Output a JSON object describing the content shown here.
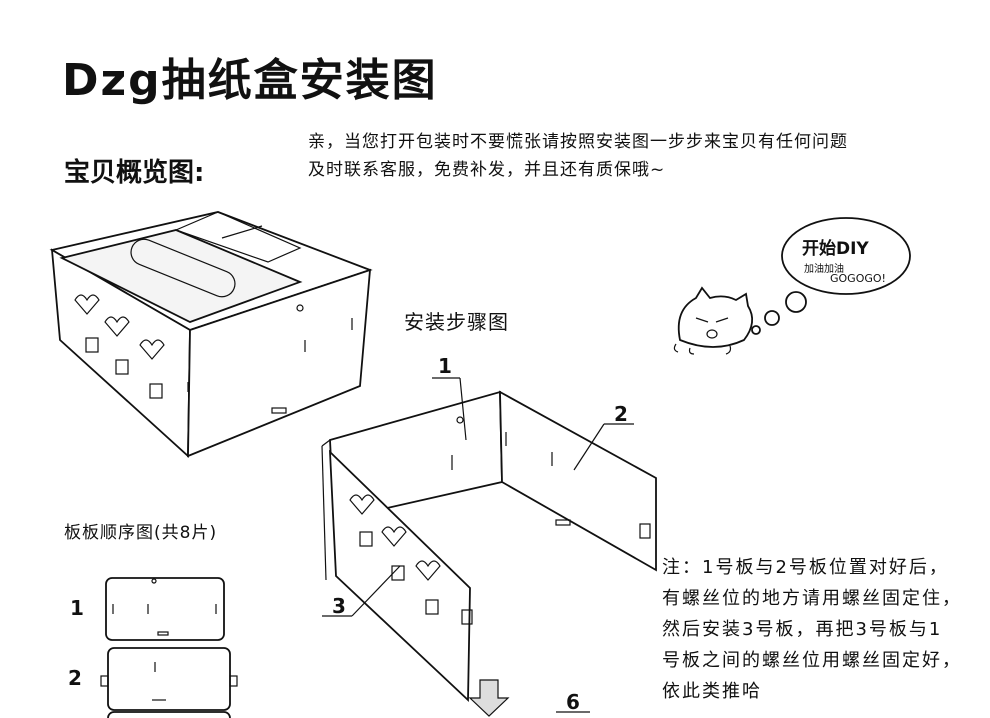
{
  "title": "Dzg抽纸盒安装图",
  "overview_heading": "宝贝概览图:",
  "intro": "亲，当您打开包装时不要慌张请按照安装图一步步来宝贝有任何问题及时联系客服，免费补发，并且还有质保哦~",
  "bubble": {
    "main": "开始DIY",
    "sub1": "加油加油",
    "sub2": "GOGOGO!"
  },
  "steps_heading": "安装步骤图",
  "order_heading": "板板顺序图(共8片)",
  "part_labels": [
    "1",
    "2",
    "3",
    "6"
  ],
  "board_labels": [
    "1",
    "2"
  ],
  "note": "注：1号板与2号板位置对好后，有螺丝位的地方请用螺丝固定住，然后安装3号板，再把3号板与1号板之间的螺丝位用螺丝固定好，依此类推哈"
}
